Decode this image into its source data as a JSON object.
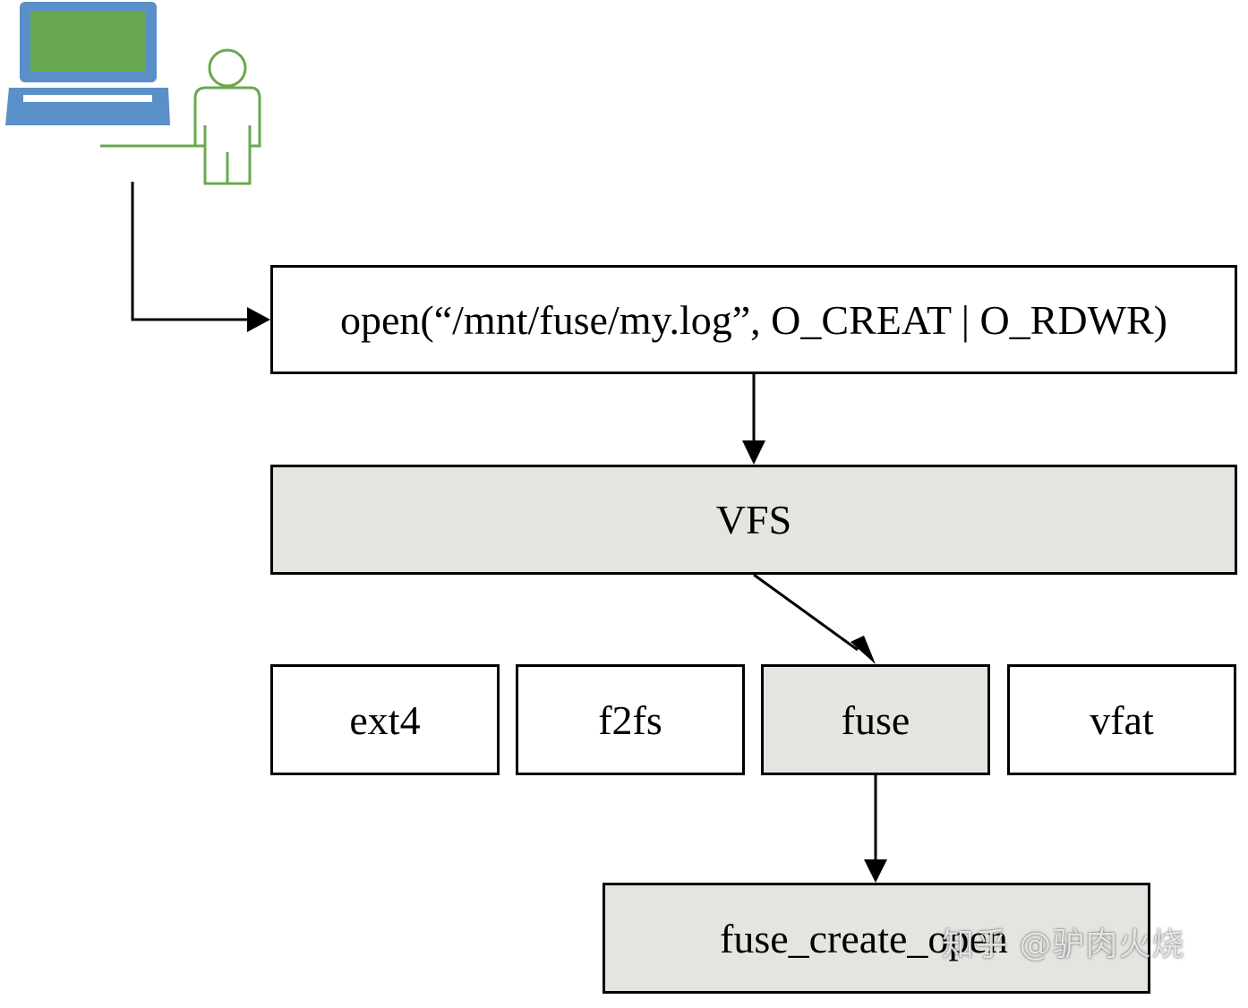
{
  "diagram": {
    "syscall": {
      "label": "open(“/mnt/fuse/my.log”, O_CREAT | O_RDWR)"
    },
    "vfs": {
      "label": "VFS"
    },
    "filesystems": [
      {
        "label": "ext4",
        "highlighted": false
      },
      {
        "label": "f2fs",
        "highlighted": false
      },
      {
        "label": "fuse",
        "highlighted": true
      },
      {
        "label": "vfat",
        "highlighted": false
      }
    ],
    "handler": {
      "label": "fuse_create_open"
    },
    "watermark": "知乎 @驴肉火烧"
  },
  "colors": {
    "laptop": "#5b8fc7",
    "laptop_screen": "#6aa84f",
    "person": "#6aa84f",
    "highlight_fill": "#e6e4e0",
    "border": "#000000"
  },
  "icons": [
    "laptop-icon",
    "user-icon"
  ]
}
